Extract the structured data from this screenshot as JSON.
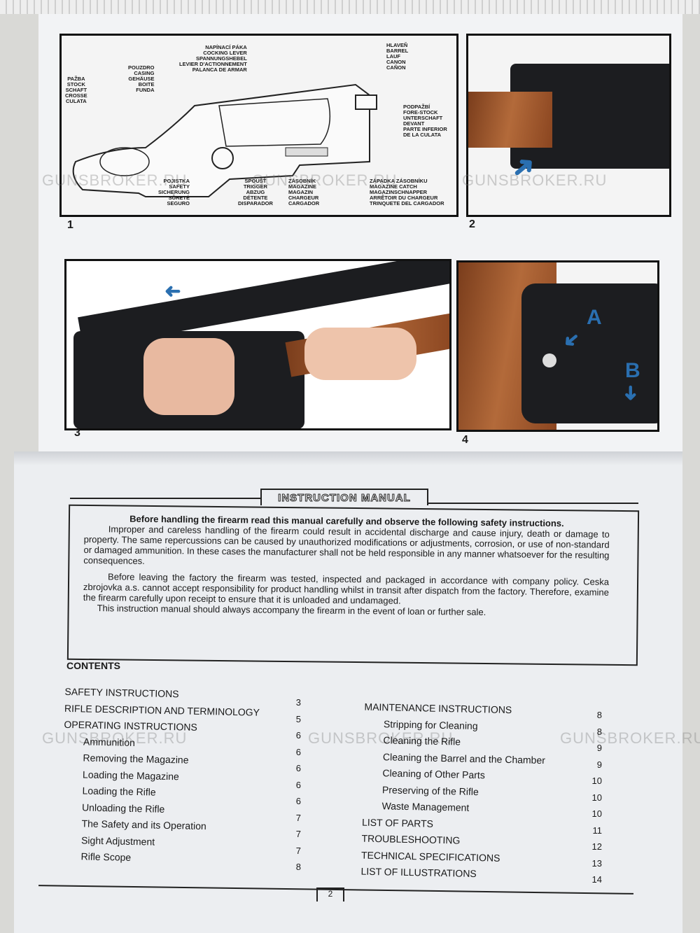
{
  "watermark": "GUNSBROKER.RU",
  "figures": {
    "fig1": {
      "number": "1",
      "labels": {
        "stock": "PAŽBA\nSTOCK\nSCHAFT\nCROSSE\nCULATA",
        "casing": "POUZDRO\nCASING\nGEHÄUSE\nBOITE\nFUNDA",
        "cocking_lever": "NAPÍNACÍ PÁKA\nCOCKING LEVER\nSPANNUNGSHEBEL\nLEVIER D'ACTIONNEMENT\nPALANCA DE ARMAR",
        "barrel": "HLAVEŇ\nBARREL\nLAUF\nCANON\nCAÑON",
        "fore_stock": "PODPAŽBÍ\nFORE-STOCK\nUNTERSCHAFT\nDEVANT\nPARTE INFERIOR\nDE LA CULATA",
        "safety": "POJISTKA\nSAFETY\nSICHERUNG\nSÛRETÉ\nSEGURO",
        "trigger": "SPOUŠŤ\nTRIGGER\nABZUG\nDÉTENTE\nDISPARADOR",
        "magazine": "ZÁSOBNÍK\nMAGAZINE\nMAGAZIN\nCHARGEUR\nCARGADOR",
        "magazine_catch": "ZÁPADKA ZÁSOBNÍKU\nMAGAZINE CATCH\nMAGAZINSCHNAPPER\nARRÊTOIR DU CHARGEUR\nTRINQUETE DEL CARGADOR"
      }
    },
    "fig2": {
      "number": "2"
    },
    "fig3": {
      "number": "3"
    },
    "fig4": {
      "number": "4",
      "marker_a": "A",
      "marker_b": "B"
    }
  },
  "manual": {
    "title": "INSTRUCTION MANUAL",
    "lead": "Before handling the firearm read this manual carefully and observe the following safety instructions.",
    "p1": "Improper and careless handling of the firearm could result in accidental discharge and cause injury, death or damage to property. The same repercussions can be caused by unauthorized modifications or adjustments, corrosion, or use of non-standard or damaged ammunition. In these cases the manufacturer shall not be held responsible in any manner whatsoever for the resulting consequences.",
    "p2": "Before leaving the factory the firearm was tested, inspected and packaged in accordance with company policy. Ceska zbrojovka a.s. cannot accept responsibility for product handling whilst in transit after dispatch from the factory. Therefore, examine the firearm carefully upon receipt to ensure that it is unloaded and undamaged.",
    "p3": "This instruction manual should always accompany the firearm in the event of loan or further sale."
  },
  "contents": {
    "heading": "CONTENTS",
    "left": [
      {
        "title": "SAFETY INSTRUCTIONS",
        "page": "3",
        "indent": false
      },
      {
        "title": "RIFLE DESCRIPTION AND TERMINOLOGY",
        "page": "5",
        "indent": false
      },
      {
        "title": "OPERATING INSTRUCTIONS",
        "page": "6",
        "indent": false
      },
      {
        "title": "Ammunition",
        "page": "6",
        "indent": true
      },
      {
        "title": "Removing the Magazine",
        "page": "6",
        "indent": true
      },
      {
        "title": "Loading the Magazine",
        "page": "6",
        "indent": true
      },
      {
        "title": "Loading the Rifle",
        "page": "6",
        "indent": true
      },
      {
        "title": "Unloading the Rifle",
        "page": "7",
        "indent": true
      },
      {
        "title": "The Safety and its Operation",
        "page": "7",
        "indent": true
      },
      {
        "title": "Sight Adjustment",
        "page": "7",
        "indent": true
      },
      {
        "title": "Rifle Scope",
        "page": "8",
        "indent": true
      }
    ],
    "right": [
      {
        "title": "MAINTENANCE INSTRUCTIONS",
        "page": "8",
        "indent": false
      },
      {
        "title": "Stripping for Cleaning",
        "page": "8",
        "indent": true
      },
      {
        "title": "Cleaning the Rifle",
        "page": "9",
        "indent": true
      },
      {
        "title": "Cleaning the Barrel and the Chamber",
        "page": "9",
        "indent": true
      },
      {
        "title": "Cleaning of Other Parts",
        "page": "10",
        "indent": true
      },
      {
        "title": "Preserving of the Rifle",
        "page": "10",
        "indent": true
      },
      {
        "title": "Waste Management",
        "page": "10",
        "indent": true
      },
      {
        "title": "LIST OF PARTS",
        "page": "11",
        "indent": false
      },
      {
        "title": "TROUBLESHOOTING",
        "page": "12",
        "indent": false
      },
      {
        "title": "TECHNICAL SPECIFICATIONS",
        "page": "13",
        "indent": false
      },
      {
        "title": "LIST OF ILLUSTRATIONS",
        "page": "14",
        "indent": false
      }
    ]
  },
  "page_number": "2"
}
